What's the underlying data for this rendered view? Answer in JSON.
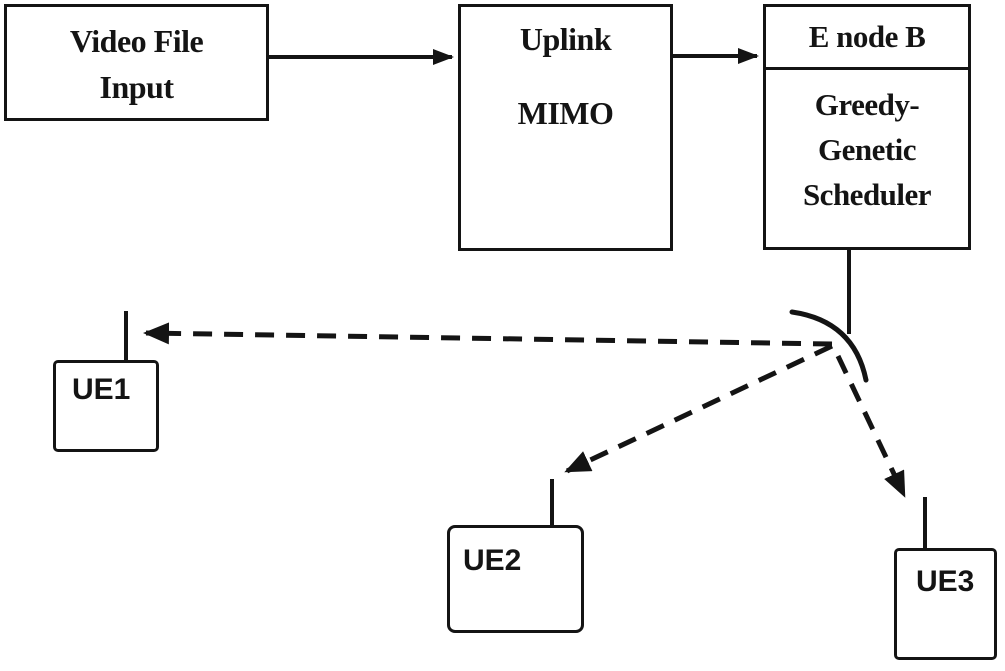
{
  "diagram": {
    "background": "#ffffff",
    "ink": "#141414",
    "nodes": {
      "video_input": {
        "lines": [
          "Video File",
          "Input"
        ]
      },
      "uplink_mimo": {
        "lines": [
          "Uplink",
          "MIMO"
        ]
      },
      "enodeb": {
        "header": "E node B",
        "scheduler_lines": [
          "Greedy-",
          "Genetic",
          "Scheduler"
        ]
      },
      "ue1": {
        "label": "UE1"
      },
      "ue2": {
        "label": "UE2"
      },
      "ue3": {
        "label": "UE3"
      }
    },
    "edges": [
      {
        "from": "video_input",
        "to": "uplink_mimo",
        "style": "solid-arrow"
      },
      {
        "from": "uplink_mimo",
        "to": "enodeb",
        "style": "solid-arrow"
      },
      {
        "from": "enodeb",
        "to": "antenna",
        "style": "solid-line"
      },
      {
        "from": "antenna",
        "to": "ue1",
        "style": "dashed-arrow"
      },
      {
        "from": "antenna",
        "to": "ue2",
        "style": "dashed-arrow"
      },
      {
        "from": "antenna",
        "to": "ue3",
        "style": "dashed-arrow"
      }
    ]
  }
}
